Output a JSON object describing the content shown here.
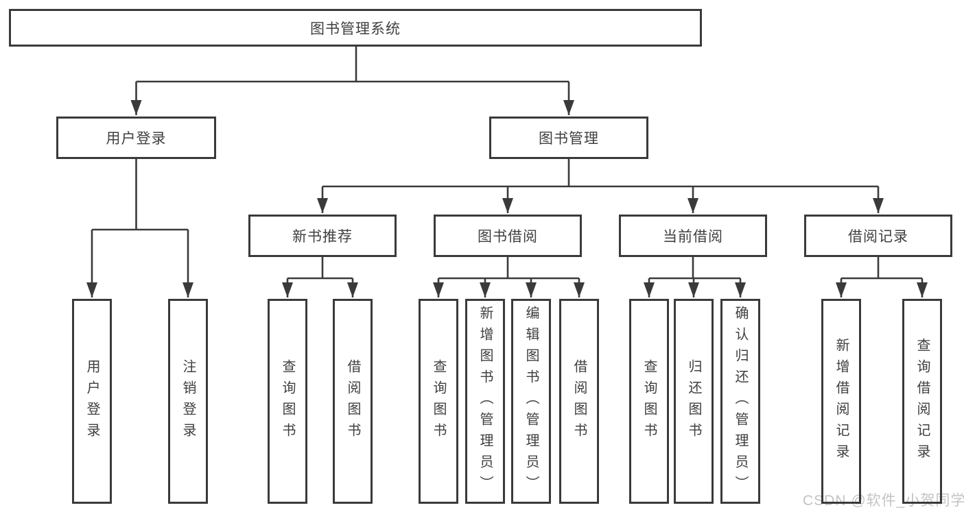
{
  "diagram": {
    "root": {
      "label": "图书管理系统"
    },
    "branches": [
      {
        "label": "用户登录",
        "children": [
          {
            "label": "用户登录"
          },
          {
            "label": "注销登录"
          }
        ]
      },
      {
        "label": "图书管理",
        "children": [
          {
            "label": "新书推荐",
            "children": [
              {
                "label": "查询图书"
              },
              {
                "label": "借阅图书"
              }
            ]
          },
          {
            "label": "图书借阅",
            "children": [
              {
                "label": "查询图书"
              },
              {
                "label": "新增图书（管理员）"
              },
              {
                "label": "编辑图书（管理员）"
              },
              {
                "label": "借阅图书"
              }
            ]
          },
          {
            "label": "当前借阅",
            "children": [
              {
                "label": "查询图书"
              },
              {
                "label": "归还图书"
              },
              {
                "label": "确认归还（管理员）"
              }
            ]
          },
          {
            "label": "借阅记录",
            "children": [
              {
                "label": "新增借阅记录"
              },
              {
                "label": "查询借阅记录"
              }
            ]
          }
        ]
      }
    ]
  },
  "watermark": {
    "text": "CSDN @软件_小贺同学"
  },
  "colors": {
    "line": "#3a3a3a",
    "text": "#3f3f3f",
    "watermark": "#c3c3c5",
    "background": "#ffffff"
  }
}
